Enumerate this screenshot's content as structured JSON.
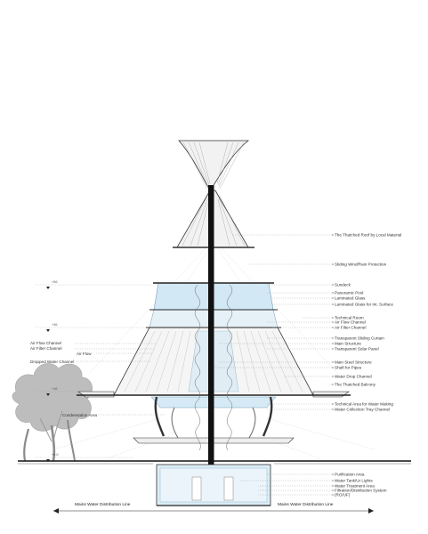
{
  "colors": {
    "glass": "#cfe6f2",
    "glass_stroke": "#7fb2cc",
    "structure": "#111111",
    "thatch": "#f4f4f4",
    "tree": "#b9b9b9",
    "leader": "#888888"
  },
  "right_labels": [
    "The Thatched Roof by Local Material",
    "Sliding Wind/Rain Protection",
    "Sundeck",
    "Panoramic Pool",
    "Laminated Glass",
    "Laminated Glass for Int. Surface",
    "Technical Room",
    "Air Flow Channel",
    "Air Filter Channel",
    "Transparent Sliding Curtain",
    "Main Structure",
    "Transparent Solar Panel",
    "Main Steel Structure",
    "Shaft for Pipes",
    "Water Drop Channel",
    "The Thatched Balcony",
    "Technical Area for Water Making",
    "Water Collection Tray Channel",
    "Purification Area",
    "Water Tank/Ur Lights",
    "Water Treatment Area",
    "Filtration/Distribution System",
    "(RO/UF)"
  ],
  "left_labels": [
    "Air Flow Channel",
    "Air Filter Channel",
    "Air Flow",
    "Dropped Water Channel",
    "Condensation Area"
  ],
  "levels": [
    "+56",
    "+36",
    "+16",
    "+0.0"
  ],
  "bottom": {
    "left_label": "Mains Water Distribution Line",
    "right_label": "Mains Water Distribution Line"
  }
}
